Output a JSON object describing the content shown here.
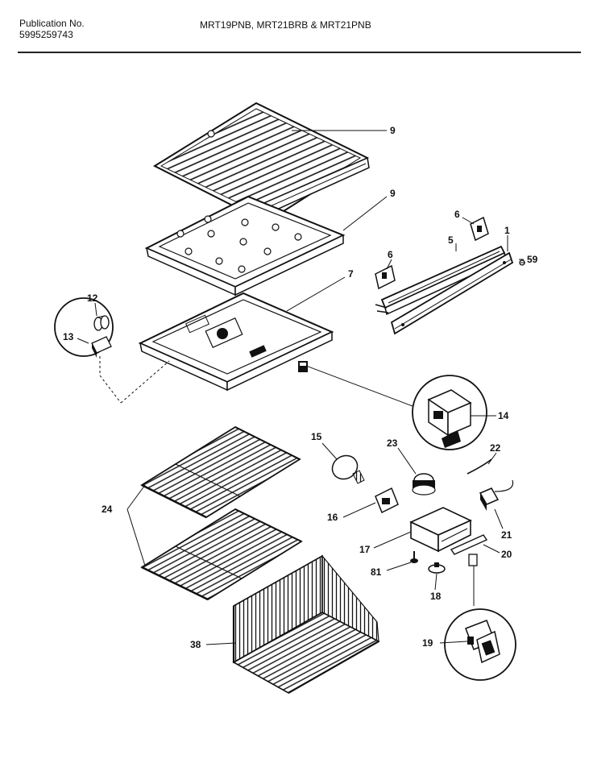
{
  "header": {
    "publication_label": "Publication No.",
    "publication_number": "5995259743",
    "models": "MRT19PNB, MRT21BRB & MRT21PNB"
  },
  "callouts": {
    "c9a": "9",
    "c9b": "9",
    "c7": "7",
    "c6a": "6",
    "c6b": "6",
    "c5": "5",
    "c1": "1",
    "c59": "59",
    "c12": "12",
    "c13": "13",
    "c14": "14",
    "c15": "15",
    "c23": "23",
    "c22": "22",
    "c16": "16",
    "c21": "21",
    "c24": "24",
    "c17": "17",
    "c20": "20",
    "c81": "81",
    "c18": "18",
    "c38": "38",
    "c19": "19"
  }
}
